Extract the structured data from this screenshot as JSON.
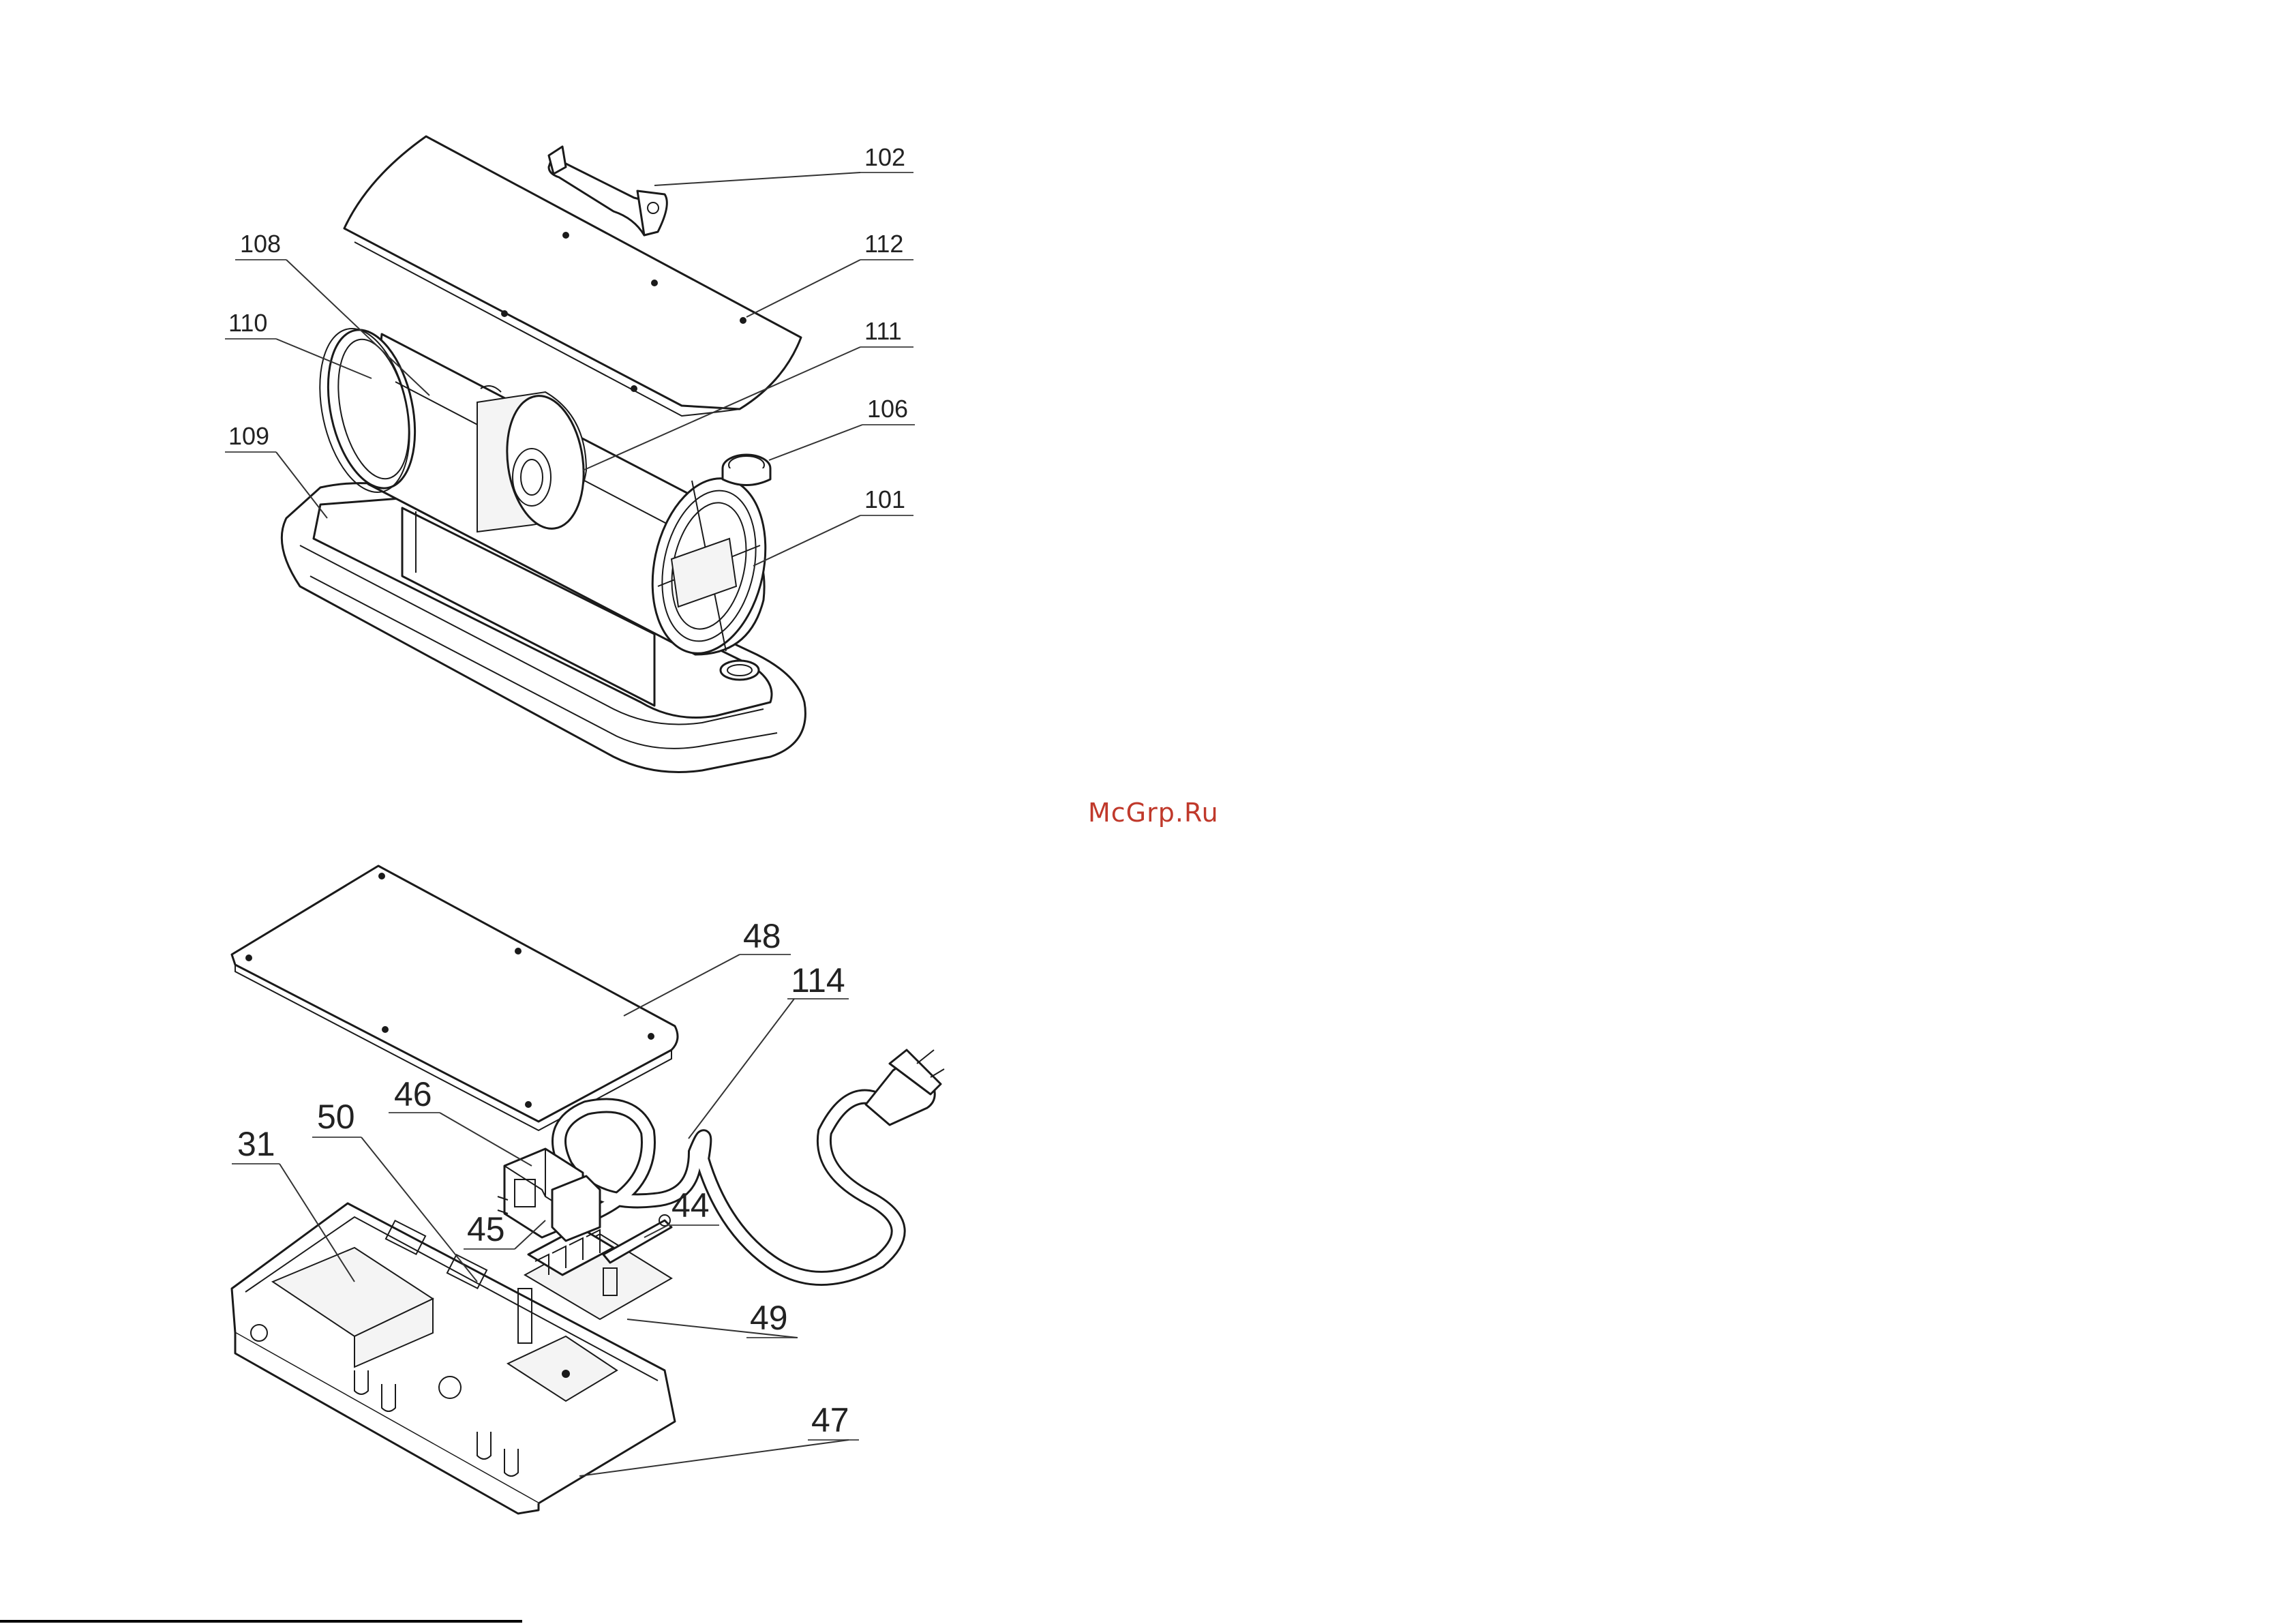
{
  "watermark": "McGrp.Ru",
  "upper_assembly": {
    "labels": {
      "p102": "102",
      "p108": "108",
      "p112": "112",
      "p110": "110",
      "p111": "111",
      "p106": "106",
      "p109": "109",
      "p101": "101"
    }
  },
  "lower_assembly": {
    "labels": {
      "p48": "48",
      "p114": "114",
      "p46": "46",
      "p50": "50",
      "p31": "31",
      "p45": "45",
      "p44": "44",
      "p49": "49",
      "p47": "47"
    }
  }
}
